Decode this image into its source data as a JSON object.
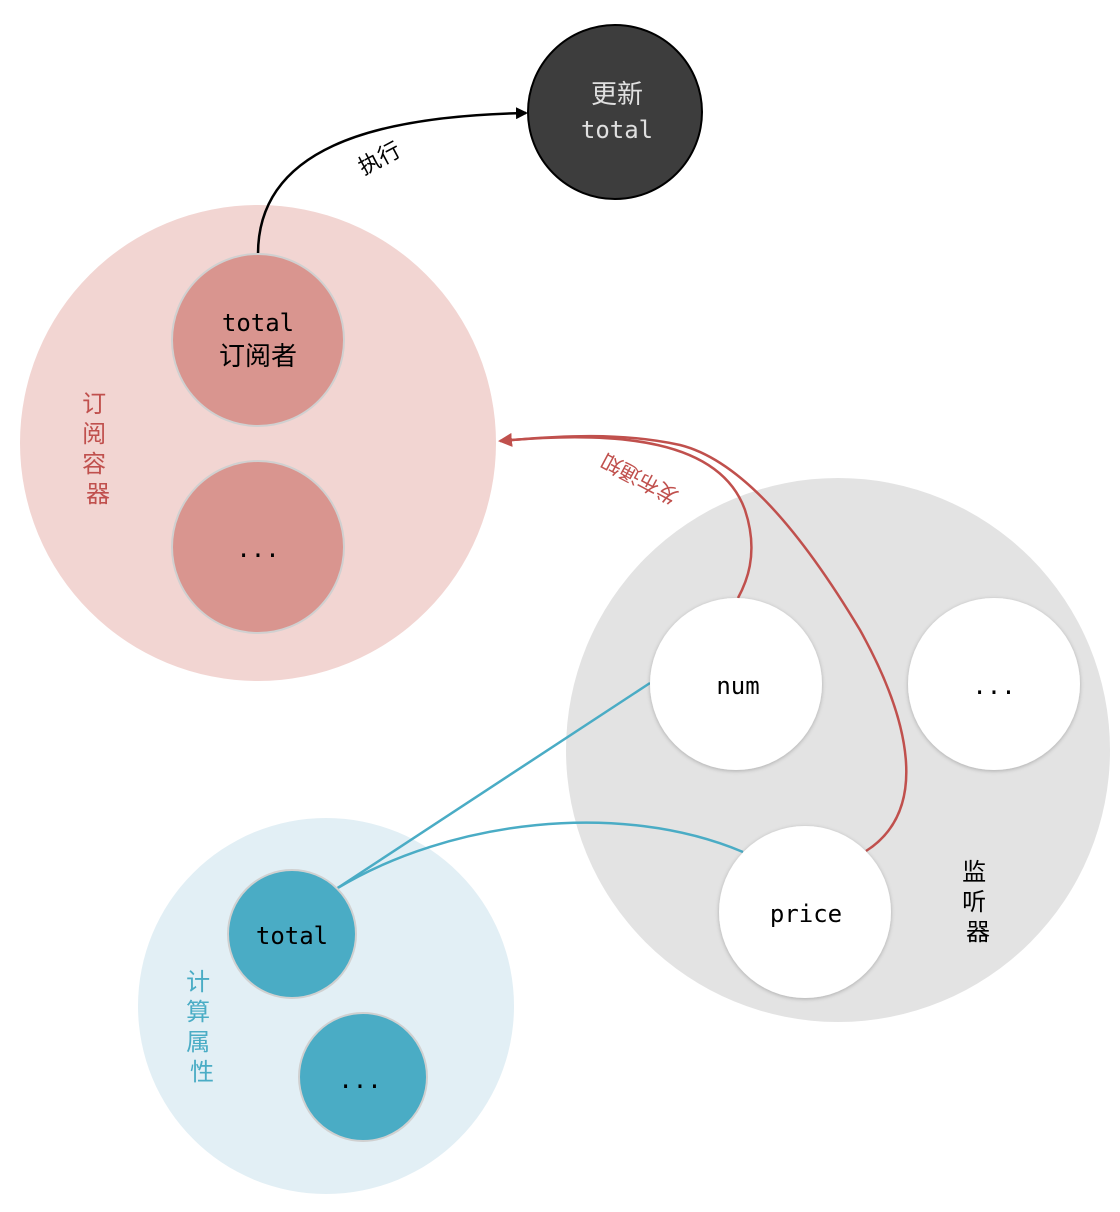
{
  "update_node": {
    "line1": "更新",
    "line2": "total",
    "fill": "#3d3d3d",
    "text_color": "#e0e0e0"
  },
  "execute_label": "执行",
  "subscriber_container": {
    "label_chars": [
      "订",
      "阅",
      "容",
      "器"
    ],
    "fill": "#f2d5d2",
    "label_color": "#c0504d",
    "node_total": {
      "line1": "total",
      "line2": "订阅者"
    },
    "node_more": "...",
    "node_fill": "#d9958f"
  },
  "publish_label": "发布通知",
  "publish_color": "#c0504d",
  "listener_container": {
    "label_chars": [
      "监",
      "听",
      "器"
    ],
    "fill": "#e3e3e3",
    "node_num": "num",
    "node_more": "...",
    "node_price": "price"
  },
  "computed_container": {
    "label_chars": [
      "计",
      "算",
      "属",
      "性"
    ],
    "fill": "#e2eff5",
    "label_color": "#4aacc5",
    "node_total": "total",
    "node_more": "...",
    "node_fill": "#4aacc5"
  },
  "link_color": "#4aacc5"
}
